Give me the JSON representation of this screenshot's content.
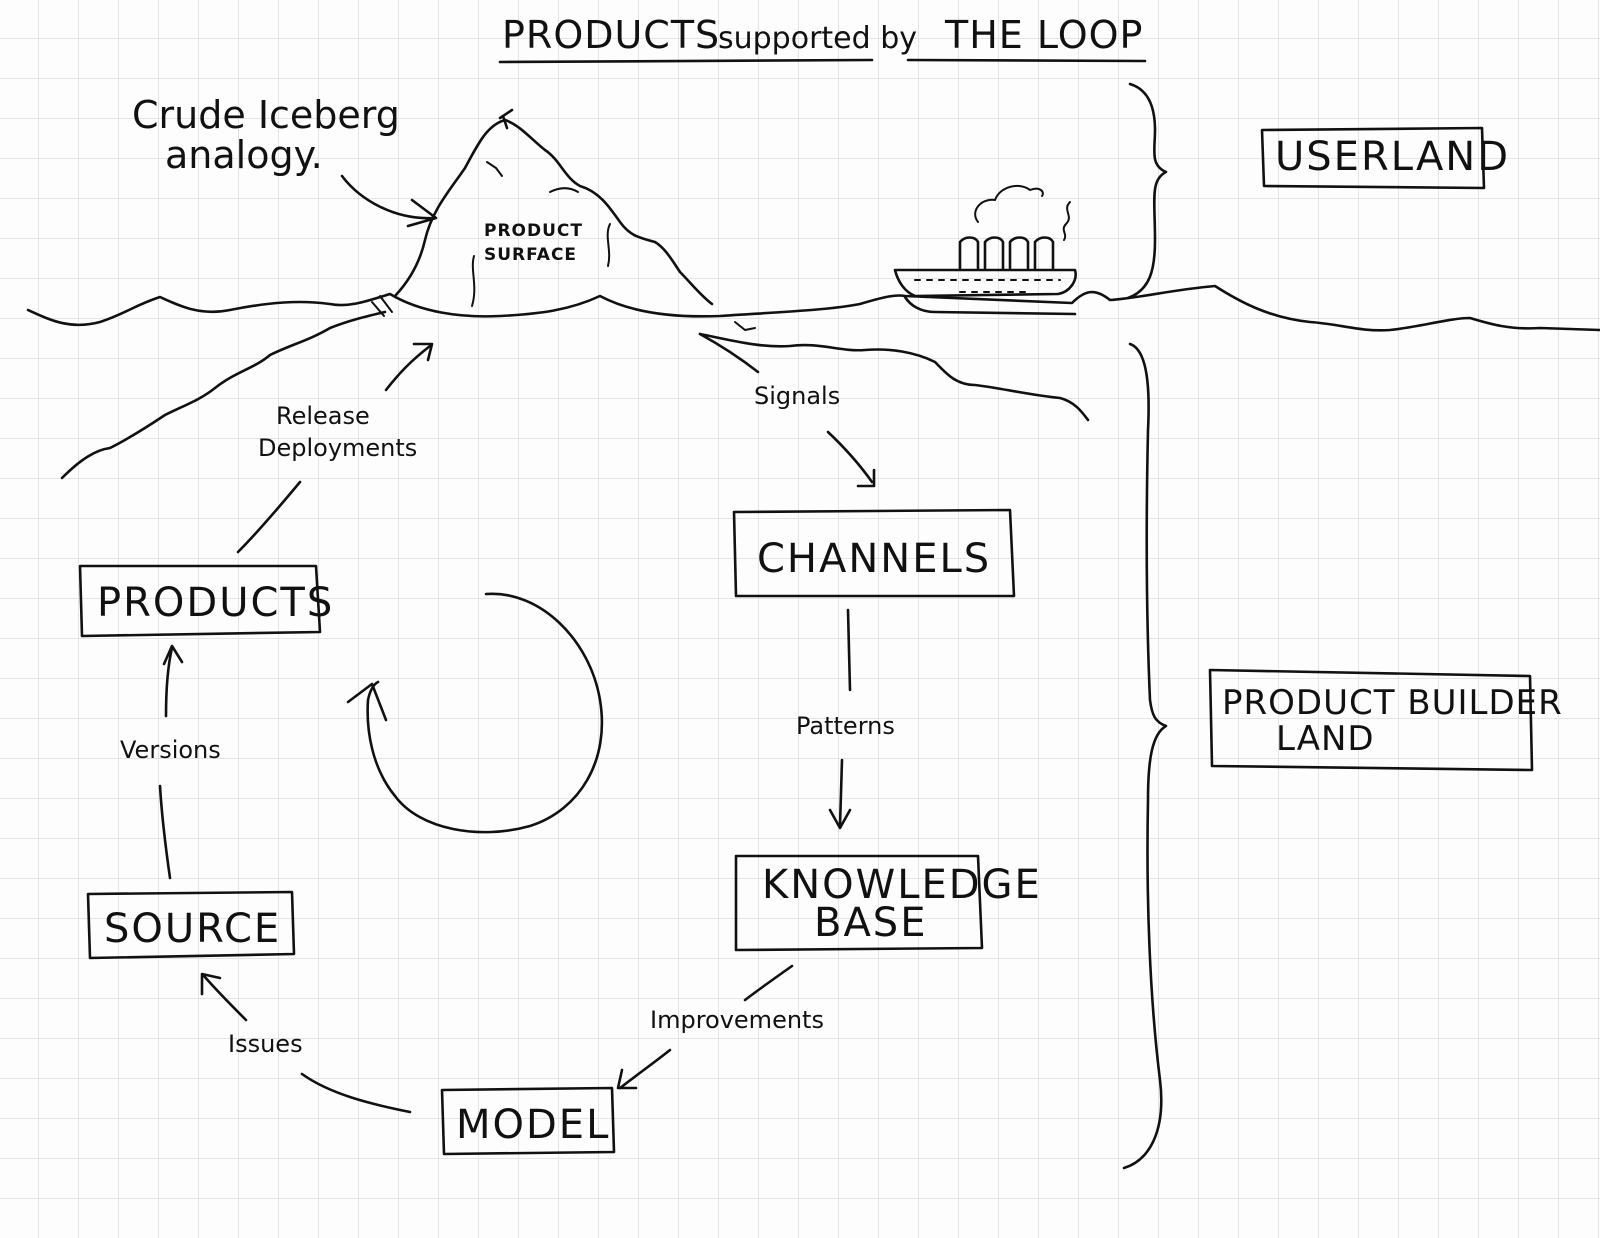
{
  "title": {
    "part1": "PRODUCTS",
    "part2": "supported by",
    "part3": "THE LOOP"
  },
  "annotation": {
    "line1": "Crude Iceberg",
    "line2": "analogy."
  },
  "iceberg": {
    "label_line1": "PRODUCT",
    "label_line2": "SURFACE"
  },
  "regions": {
    "userland": "USERLAND",
    "builder_line1": "PRODUCT BUILDER",
    "builder_line2": "LAND"
  },
  "nodes": {
    "products": "PRODUCTS",
    "source": "SOURCE",
    "model": "MODEL",
    "channels": "CHANNELS",
    "knowledge_line1": "KNOWLEDGE",
    "knowledge_line2": "BASE"
  },
  "edges": {
    "release_line1": "Release",
    "release_line2": "Deployments",
    "signals": "Signals",
    "patterns": "Patterns",
    "improvements": "Improvements",
    "issues": "Issues",
    "versions": "Versions"
  }
}
